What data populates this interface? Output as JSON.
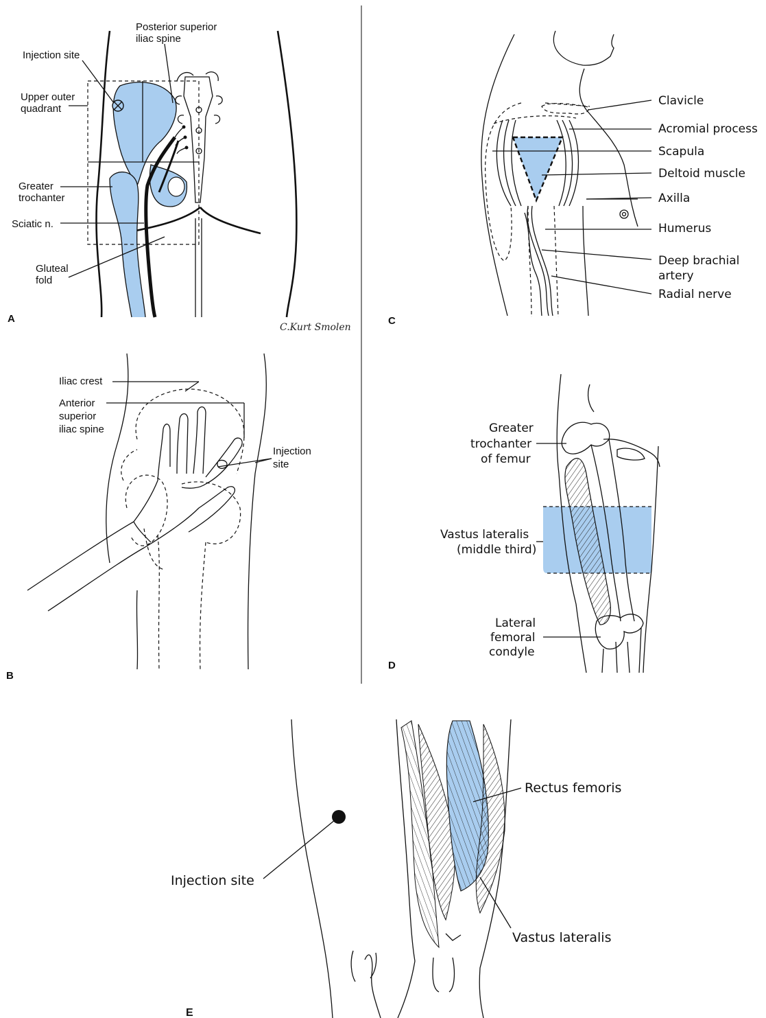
{
  "colors": {
    "highlight": "#a9cdef",
    "ink": "#111111"
  },
  "panels": {
    "a": {
      "letter": "A",
      "labels": {
        "psis_line1": "Posterior superior",
        "psis_line2": "iliac spine",
        "injection_site": "Injection site",
        "uoq_line1": "Upper outer",
        "uoq_line2": "quadrant",
        "gt_line1": "Greater",
        "gt_line2": "trochanter",
        "sciatic": "Sciatic n.",
        "gf_line1": "Gluteal",
        "gf_line2": "fold"
      },
      "signature": "C.Kurt Smolen"
    },
    "b": {
      "letter": "B",
      "labels": {
        "iliac_crest": "Iliac crest",
        "asis_line1": "Anterior",
        "asis_line2": "superior",
        "asis_line3": "iliac spine",
        "inj_line1": "Injection",
        "inj_line2": "site"
      }
    },
    "c": {
      "letter": "C",
      "labels": {
        "clavicle": "Clavicle",
        "acromial": "Acromial process",
        "scapula": "Scapula",
        "deltoid": "Deltoid muscle",
        "axilla": "Axilla",
        "humerus": "Humerus",
        "dba_line1": "Deep brachial",
        "dba_line2": "artery",
        "radial": "Radial nerve"
      }
    },
    "d": {
      "letter": "D",
      "labels": {
        "gt_line1": "Greater",
        "gt_line2": "trochanter",
        "gt_line3": "of femur",
        "vl_line1": "Vastus lateralis",
        "vl_line2": "(middle third)",
        "lfc_line1": "Lateral",
        "lfc_line2": "femoral",
        "lfc_line3": "condyle"
      }
    },
    "e": {
      "letter": "E",
      "labels": {
        "rectus": "Rectus femoris",
        "injection_site": "Injection site",
        "vastus": "Vastus lateralis"
      }
    }
  }
}
